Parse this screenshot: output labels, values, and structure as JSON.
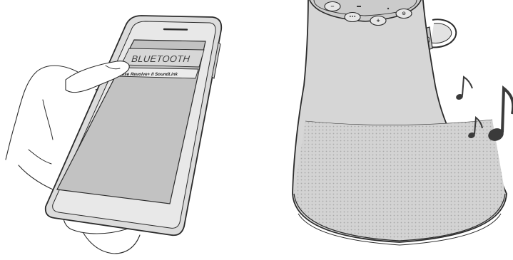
{
  "phone": {
    "bluetooth_header": "BLUETOOTH",
    "device_name": "Bose Revolve+ II SoundLink"
  },
  "speaker": {
    "buttons": [
      {
        "name": "minus",
        "glyph": "−"
      },
      {
        "name": "action",
        "glyph": "•••"
      },
      {
        "name": "plus",
        "glyph": "+"
      },
      {
        "name": "multi-function",
        "glyph": "⊙"
      }
    ]
  },
  "colors": {
    "ink": "#2b2b2b",
    "phone_body": "#dcdcdc",
    "phone_screen": "#c2c2c2",
    "speaker_body": "#d6d6d6",
    "speaker_grille": "#cfcfcf",
    "note": "#3a3a3a"
  },
  "icons": [
    "music-note-icon",
    "music-note-icon",
    "music-note-icon"
  ]
}
